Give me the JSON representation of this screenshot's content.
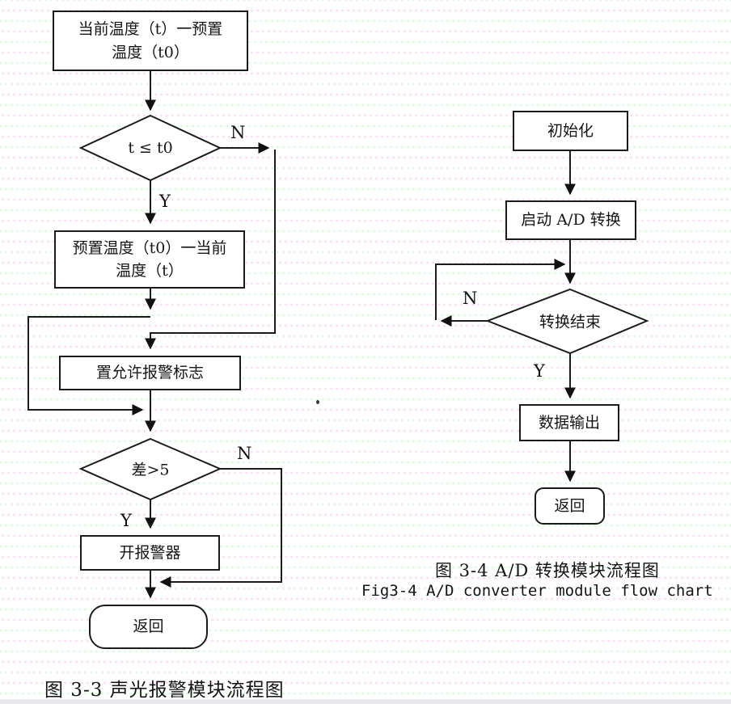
{
  "colors": {
    "line": "#1c1c1c",
    "text": "#151515",
    "background": "#ffffff",
    "dot_pink": "#f9c6ec",
    "dot_green": "#c9f2c9"
  },
  "left_chart": {
    "caption": "图 3-3 声光报警模块流程图",
    "nodes": {
      "compute1_line1": "当前温度（t）一预置",
      "compute1_line2": "温度（t0）",
      "decision1": "t ≤ t0",
      "compute2_line1": "预置温度（t0）一当前",
      "compute2_line2": "温度（t）",
      "set_flag": "置允许报警标志",
      "decision2": "差>5",
      "alarm_on": "开报警器",
      "return": "返回"
    },
    "labels": {
      "decision1_no": "N",
      "decision1_yes": "Y",
      "decision2_no": "N",
      "decision2_yes": "Y"
    }
  },
  "right_chart": {
    "caption_zh": "图 3-4 A/D 转换模块流程图",
    "caption_en": "Fig3-4 A/D converter module flow chart",
    "nodes": {
      "init": "初始化",
      "start_ad": "启动 A/D 转换",
      "decision": "转换结束",
      "data_output": "数据输出",
      "return": "返回"
    },
    "labels": {
      "decision_no": "N",
      "decision_yes": "Y"
    }
  }
}
